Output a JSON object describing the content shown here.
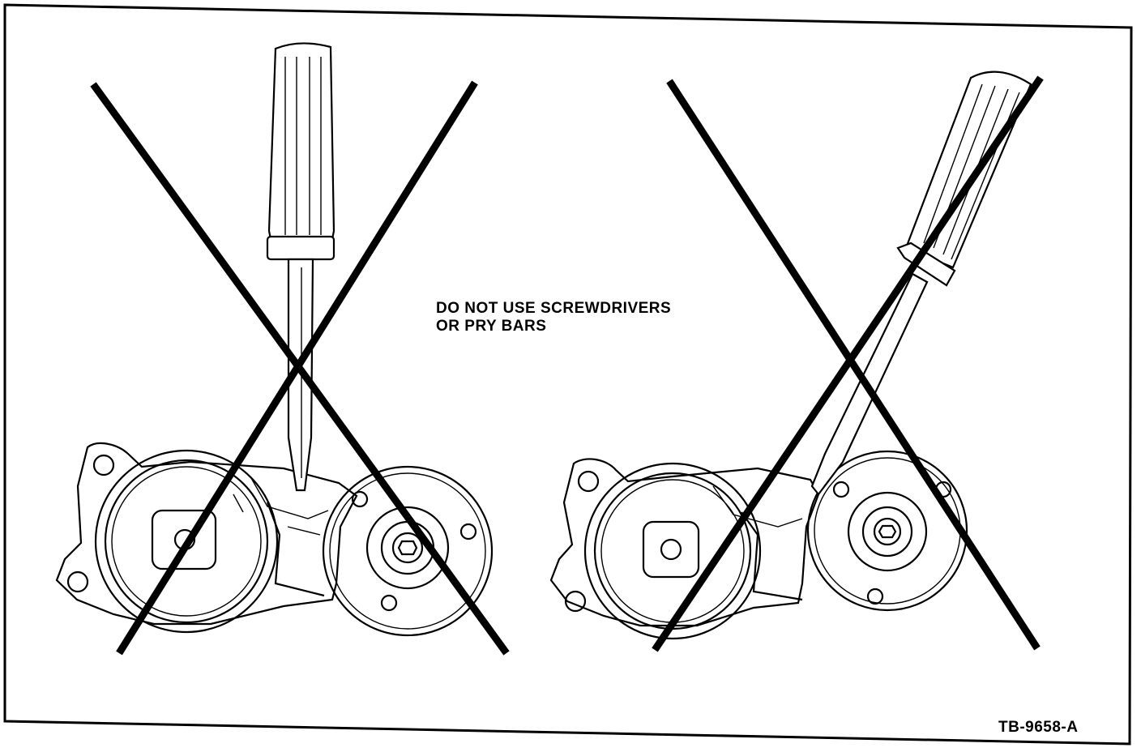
{
  "caption": {
    "lines": [
      "DO NOT USE SCREWDRIVERS",
      "OR PRY BARS"
    ]
  },
  "figure_id": "TB-9658-A",
  "colors": {
    "ink": "#000000",
    "paper": "#ffffff"
  }
}
